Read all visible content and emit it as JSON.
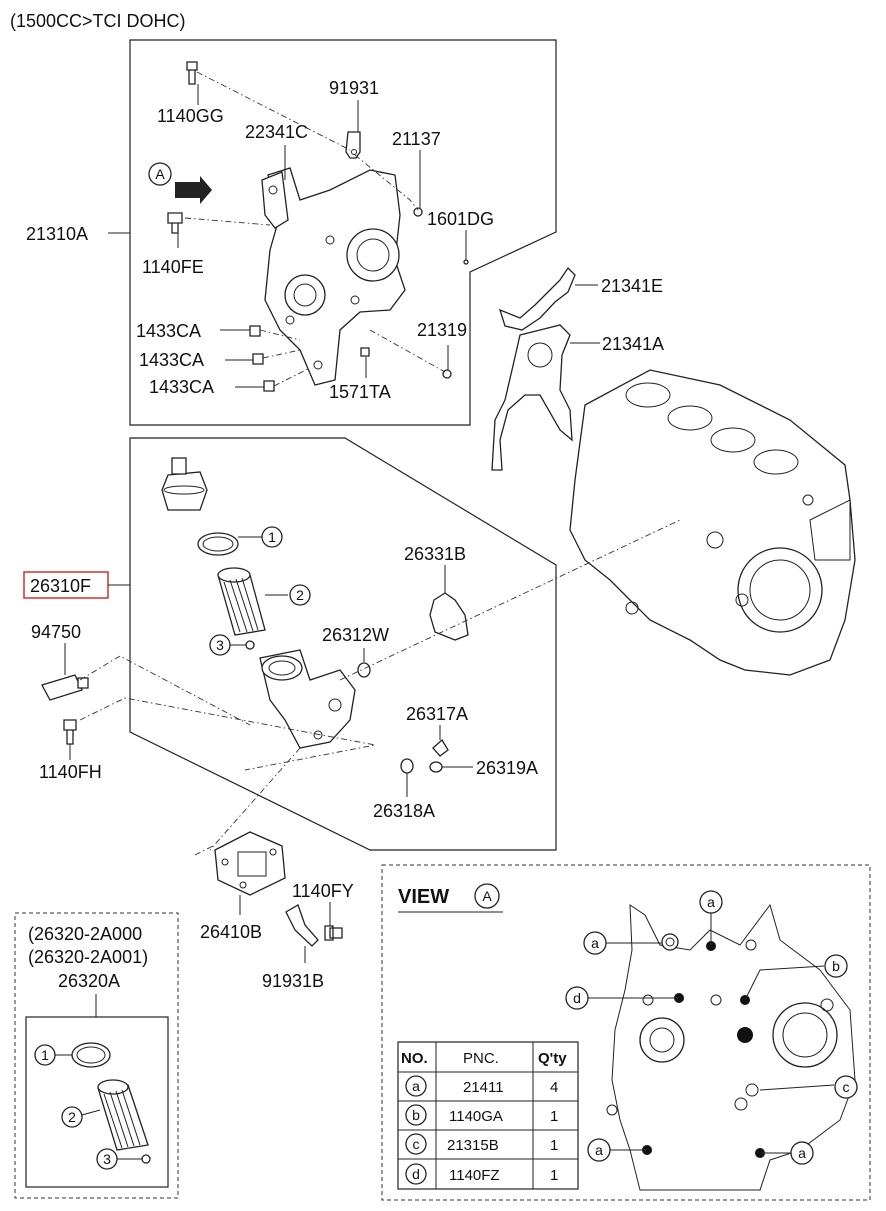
{
  "header": {
    "engine_spec": "(1500CC>TCI DOHC)"
  },
  "labels": {
    "p1140GG": "1140GG",
    "p91931": "91931",
    "p22341C": "22341C",
    "p21137": "21137",
    "p1601DG": "1601DG",
    "p21310A": "21310A",
    "p1140FE": "1140FE",
    "p21341E": "21341E",
    "p21341A": "21341A",
    "p1433CA_1": "1433CA",
    "p1433CA_2": "1433CA",
    "p1433CA_3": "1433CA",
    "p21319": "21319",
    "p1571TA": "1571TA",
    "p26310F": "26310F",
    "p26331B": "26331B",
    "p94750": "94750",
    "p26312W": "26312W",
    "p1140FH": "1140FH",
    "p26317A": "26317A",
    "p26319A": "26319A",
    "p26318A": "26318A",
    "p1140FY": "1140FY",
    "p26410B": "26410B",
    "p91931B": "91931B"
  },
  "callouts": {
    "one": "1",
    "two": "2",
    "three": "3",
    "A": "A"
  },
  "kit": {
    "alt1": "(26320-2A000",
    "alt2": "(26320-2A001)",
    "part": "26320A",
    "one": "1",
    "two": "2",
    "three": "3"
  },
  "view": {
    "title": "VIEW",
    "marker": "A",
    "letters": [
      "a",
      "b",
      "c",
      "d"
    ],
    "table": {
      "headers": [
        "NO.",
        "PNC.",
        "Q'ty"
      ],
      "rows": [
        {
          "no": "a",
          "pnc": "21411",
          "qty": "4"
        },
        {
          "no": "b",
          "pnc": "1140GA",
          "qty": "1"
        },
        {
          "no": "c",
          "pnc": "21315B",
          "qty": "1"
        },
        {
          "no": "d",
          "pnc": "1140FZ",
          "qty": "1"
        }
      ]
    }
  }
}
